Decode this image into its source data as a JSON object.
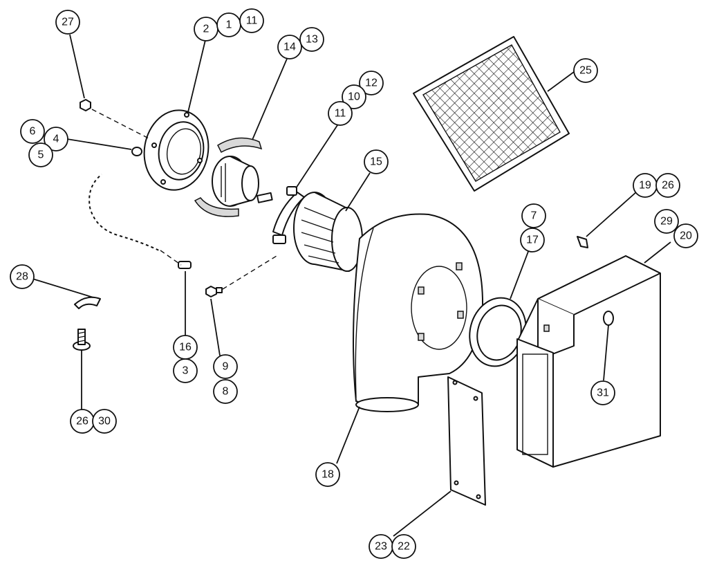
{
  "callouts": {
    "c27": "27",
    "c2": "2",
    "c1": "1",
    "c11a": "11",
    "c14": "14",
    "c13": "13",
    "c12": "12",
    "c10": "10",
    "c11b": "11",
    "c15": "15",
    "c25": "25",
    "c6": "6",
    "c4": "4",
    "c5": "5",
    "c19": "19",
    "c26a": "26",
    "c7": "7",
    "c17": "17",
    "c29": "29",
    "c20": "20",
    "c28": "28",
    "c16": "16",
    "c3": "3",
    "c9": "9",
    "c8": "8",
    "c31": "31",
    "c26b": "26",
    "c30": "30",
    "c18": "18",
    "c23": "23",
    "c22": "22"
  },
  "colors": {
    "ink": "#111111",
    "paper": "#ffffff"
  }
}
